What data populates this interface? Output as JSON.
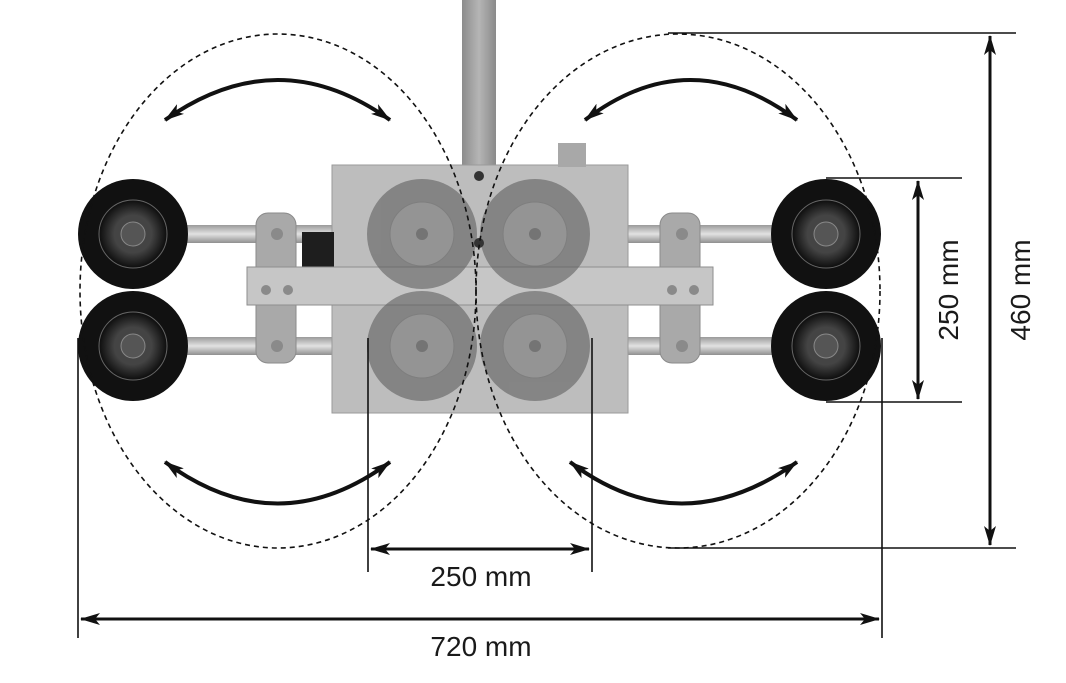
{
  "dimensions": {
    "total_height": "460 mm",
    "wheel_spacing_vertical": "250 mm",
    "cup_spacing_horizontal": "250 mm",
    "total_width": "720 mm"
  },
  "colors": {
    "line": "#111111",
    "frame": "#b9b9b9",
    "wheel": "#111111",
    "cup": "#6e6e6e"
  }
}
